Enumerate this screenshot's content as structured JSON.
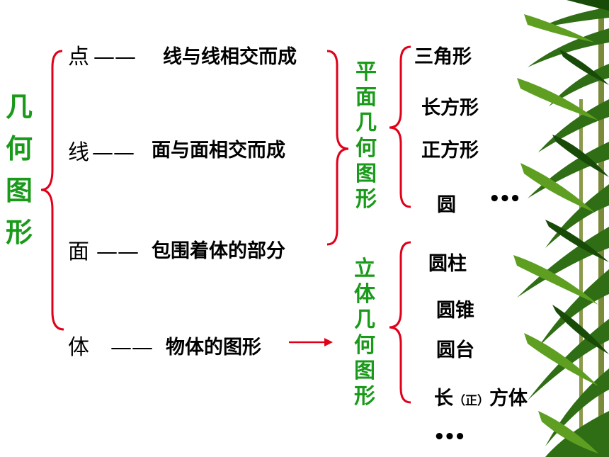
{
  "main_title": "几何图形",
  "elements": [
    {
      "name": "点",
      "dash": "——",
      "desc": "线与线相交而成"
    },
    {
      "name": "线",
      "dash": "——",
      "desc": "面与面相交而成"
    },
    {
      "name": "面",
      "dash": "——",
      "desc": "包围着体的部分"
    },
    {
      "name": "体",
      "dash": "——",
      "desc": "物体的图形"
    }
  ],
  "plane": {
    "title": "平面几何图形",
    "shapes": [
      "三角形",
      "长方形",
      "正方形",
      "圆"
    ],
    "ellipsis": "•••"
  },
  "solid": {
    "title": "立体几何图形",
    "shapes": [
      "圆柱",
      "圆锥",
      "圆台"
    ],
    "cuboid": {
      "pre": "长",
      "mid": "（正）",
      "post": "方体"
    },
    "ellipsis": "•••"
  },
  "colors": {
    "green_text": "#1a9a1a",
    "bracket_red": "#e0001a",
    "bamboo_dark": "#1f5a0e",
    "bamboo_light": "#6aa82a"
  }
}
